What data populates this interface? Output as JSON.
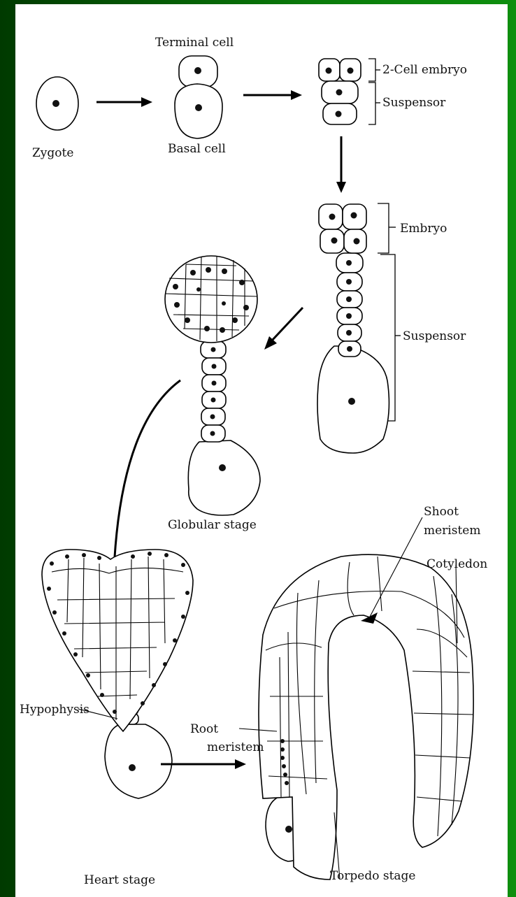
{
  "labels": {
    "terminal_cell": "Terminal cell",
    "basal_cell": "Basal cell",
    "zygote": "Zygote",
    "two_cell_embryo": "2-Cell embryo",
    "suspensor_top": "Suspensor",
    "embryo": "Embryo",
    "suspensor_mid": "Suspensor",
    "globular_stage": "Globular stage",
    "shoot": "Shoot",
    "meristem_shoot": "meristem",
    "cotyledon": "Cotyledon",
    "root": "Root",
    "meristem_root": "meristem",
    "hypophysis": "Hypophysis",
    "heart_stage": "Heart stage",
    "torpedo_stage": "Torpedo stage"
  },
  "colors": {
    "background_dark": "#003a00",
    "background_light": "#0e8f0e",
    "paper": "#ffffff",
    "ink": "#111111"
  }
}
